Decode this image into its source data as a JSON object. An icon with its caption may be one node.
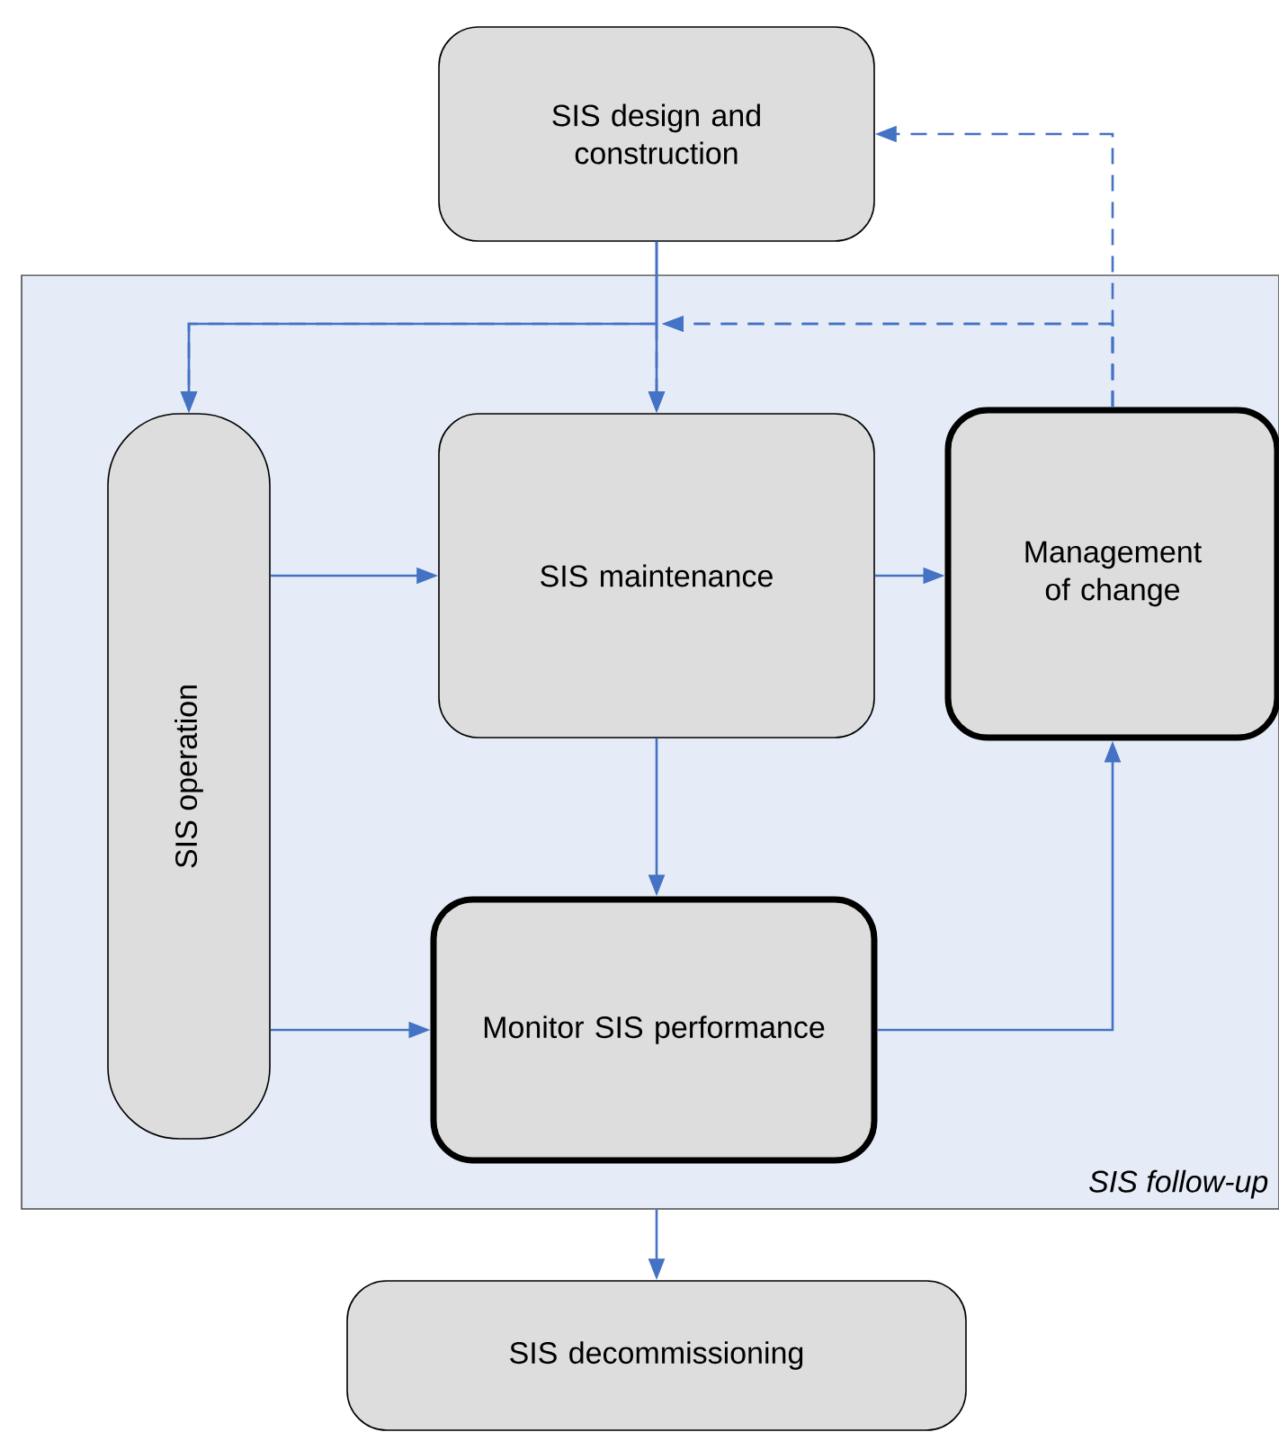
{
  "diagram": {
    "nodes": [
      {
        "text": [
          "SIS design and construction"
        ]
      },
      {
        "text": [
          "SIS follow-up"
        ]
      },
      {
        "text": [
          "SIS operation"
        ],
        "in": 1
      },
      {
        "text": [
          "SIS maintenance"
        ],
        "in": 1
      },
      {
        "text": [
          "Management of change"
        ],
        "in": 1
      },
      {
        "text": [
          "Monitor SIS performance"
        ],
        "in": 1
      },
      {
        "text": [
          "SIS decommissioning"
        ]
      }
    ],
    "edges": [
      {
        "from": 0,
        "to": 3,
        "arrow": "to"
      },
      {
        "from": 0,
        "to": 2,
        "arrow": "to"
      },
      {
        "from": 4,
        "to": 0,
        "arrow": "to",
        "style": "dashed"
      },
      {
        "from": 4,
        "to": 3,
        "arrow": "to",
        "style": "dashed"
      },
      {
        "from": 4,
        "to": 2,
        "arrow": "to",
        "style": "dashed"
      },
      {
        "from": 2,
        "to": 3,
        "arrow": "to"
      },
      {
        "from": 3,
        "to": 4,
        "arrow": "to"
      },
      {
        "from": 3,
        "to": 5,
        "arrow": "to"
      },
      {
        "from": 2,
        "to": 5,
        "arrow": "to"
      },
      {
        "from": 5,
        "to": 4,
        "arrow": "to"
      },
      {
        "from": 1,
        "to": 6,
        "arrow": "to"
      }
    ]
  }
}
